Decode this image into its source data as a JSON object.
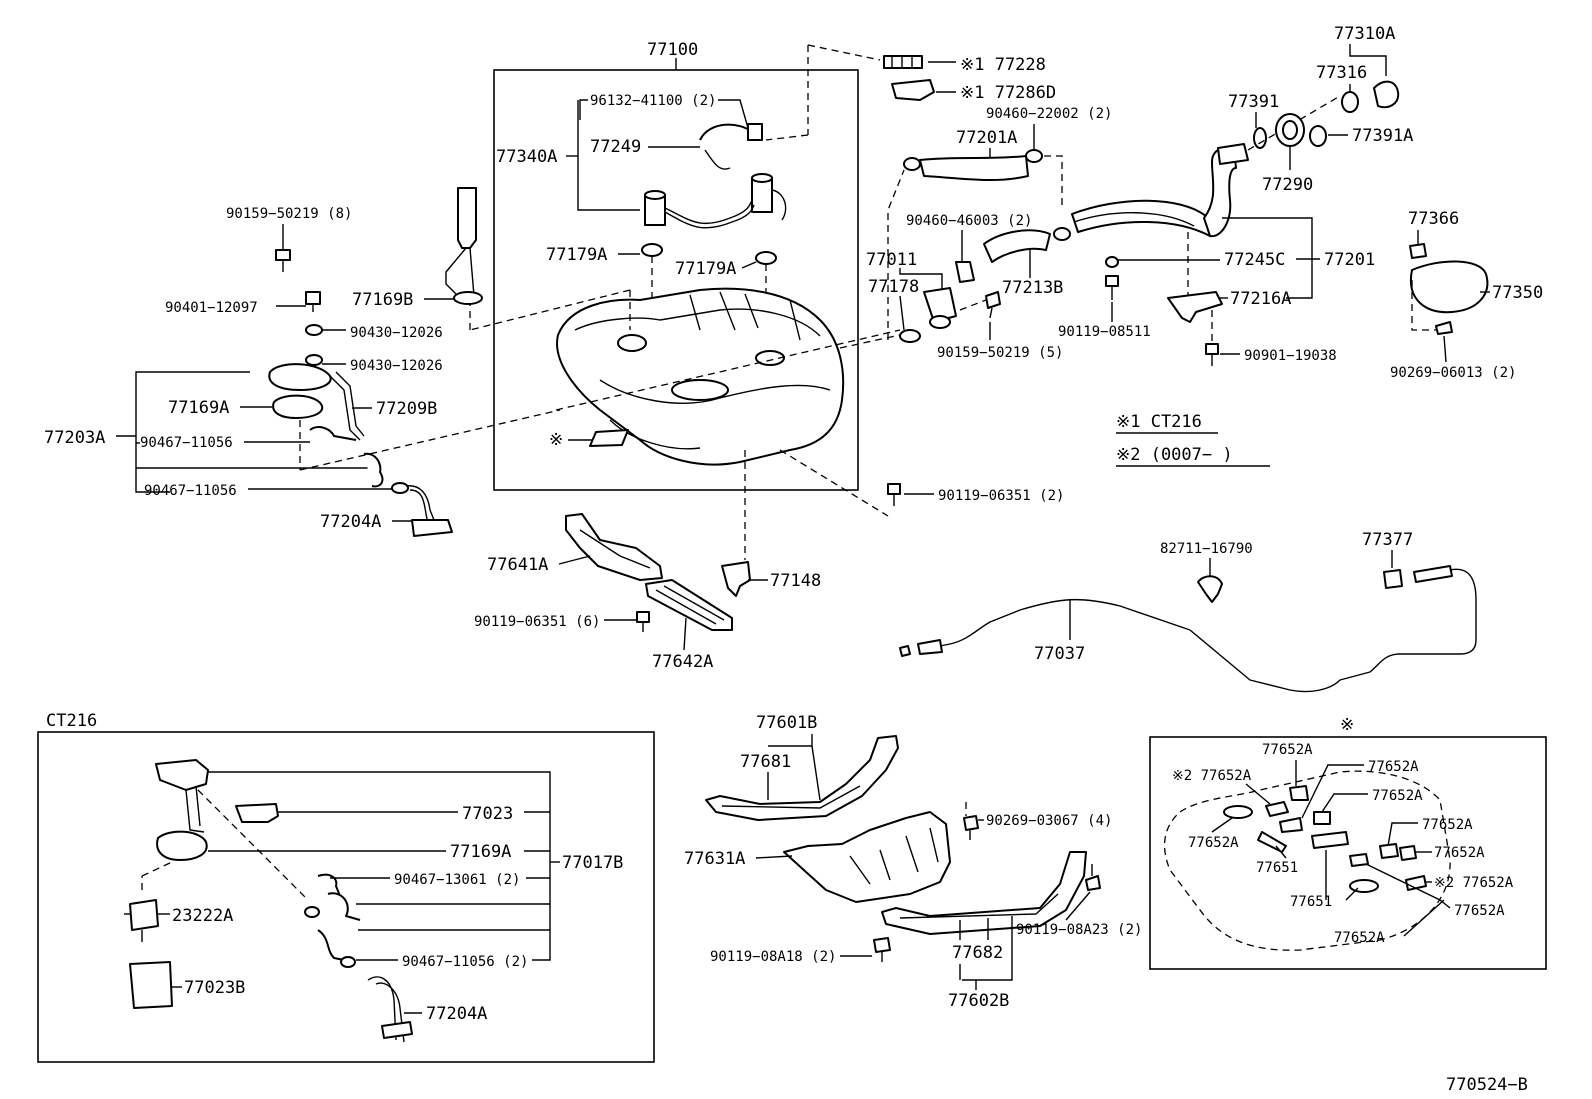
{
  "labels": {
    "p77100": "77100",
    "p96132": "96132−41100 (2)",
    "p77340a": "77340A",
    "p77249": "77249",
    "p77179a_l": "77179A",
    "p77179a_r": "77179A",
    "p90159_8": "90159−50219 (8)",
    "p90401": "90401−12097",
    "p77169b": "77169B",
    "p90430_a": "90430−12026",
    "p90430_b": "90430−12026",
    "p77169a": "77169A",
    "p77209b": "77209B",
    "p77203a": "77203A",
    "p90467_a": "90467−11056",
    "p90467_b": "90467−11056",
    "p77204a": "77204A",
    "p77641a": "77641A",
    "p90119_6": "90119−06351 (6)",
    "p77642a": "77642A",
    "p77148": "77148",
    "p90119_2": "90119−06351 (2)",
    "p77228": "※1 77228",
    "p77286d": "※1 77286D",
    "p90460_22002": "90460−22002 (2)",
    "p77201a": "77201A",
    "p90460_46003": "90460−46003 (2)",
    "p77011": "77011",
    "p77178": "77178",
    "p77213b": "77213B",
    "p90159_5": "90159−50219 (5)",
    "p77391": "77391",
    "p77316": "77316",
    "p77310a": "77310A",
    "p77391a": "77391A",
    "p77290": "77290",
    "p77245c": "77245C",
    "p77201": "77201",
    "p77216a": "77216A",
    "p90119_08511": "90119−08511",
    "p90901": "90901−19038",
    "p77366": "77366",
    "p77350": "77350",
    "p90269_06013": "90269−06013 (2)",
    "note1": "※1 CT216",
    "note2": "※2 (0007−      )",
    "p82711": "82711−16790",
    "p77377": "77377",
    "p77037": "77037",
    "ast_tank": "※",
    "ref": "770524−B"
  },
  "ct216": {
    "title": "CT216",
    "p77023": "77023",
    "p77169a": "77169A",
    "p77017b": "77017B",
    "p90467_13061": "90467−13061 (2)",
    "p23222a": "23222A",
    "p90467_11056": "90467−11056 (2)",
    "p77023b": "77023B",
    "p77204a": "77204A"
  },
  "bottom": {
    "p77601b": "77601B",
    "p77681": "77681",
    "p90269_03067": "90269−03067 (4)",
    "p77631a": "77631A",
    "p90119_08a18": "90119−08A18 (2)",
    "p77682": "77682",
    "p77602b": "77602B",
    "p90119_08a23": "90119−08A23 (2)"
  },
  "pads": {
    "title": "※",
    "p1": "77652A",
    "p2": "※2 77652A",
    "p3": "77652A",
    "p4": "77652A",
    "p5": "77652A",
    "p6": "77652A",
    "p7": "77652A",
    "p8": "※2 77652A",
    "p9": "77652A",
    "p10": "77652A",
    "p11": "77651",
    "p12": "77651"
  }
}
